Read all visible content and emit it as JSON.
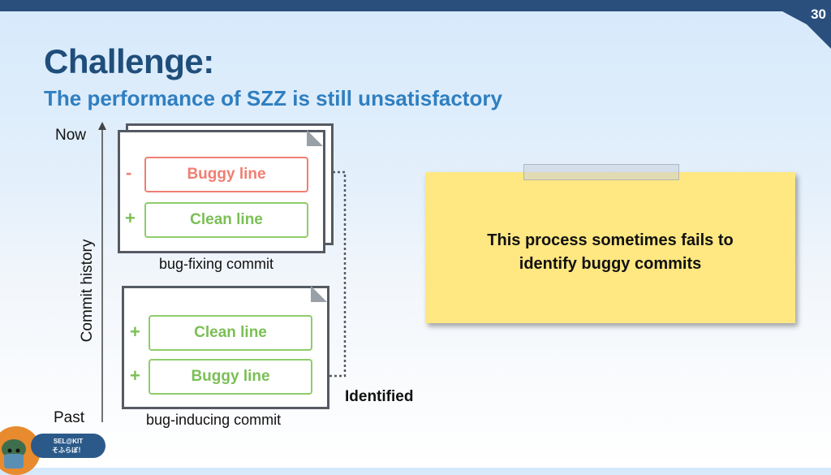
{
  "slide": {
    "number": "30",
    "title": "Challenge:",
    "subtitle": "The performance of SZZ is still unsatisfactory"
  },
  "axis": {
    "top": "Now",
    "bottom": "Past",
    "title": "Commit history"
  },
  "fixing_commit": {
    "caption": "bug-fixing commit",
    "lines": [
      {
        "sign": "-",
        "text": "Buggy line"
      },
      {
        "sign": "+",
        "text": "Clean line"
      }
    ]
  },
  "inducing_commit": {
    "caption": "bug-inducing commit",
    "lines": [
      {
        "sign": "+",
        "text": "Clean line"
      },
      {
        "sign": "+",
        "text": "Buggy line"
      }
    ]
  },
  "trace_label": "Identified",
  "note": {
    "line1": "This process sometimes fails to",
    "line2": "identify buggy commits"
  },
  "badge": {
    "line1": "SEL@KIT",
    "line2": "そふらぼ！"
  },
  "colors": {
    "dark_blue": "#2b4f7d",
    "title": "#1f4e7a",
    "subtitle": "#2f7fc1",
    "red": "#f07f72",
    "green": "#7bbf55",
    "note": "#ffe781"
  }
}
